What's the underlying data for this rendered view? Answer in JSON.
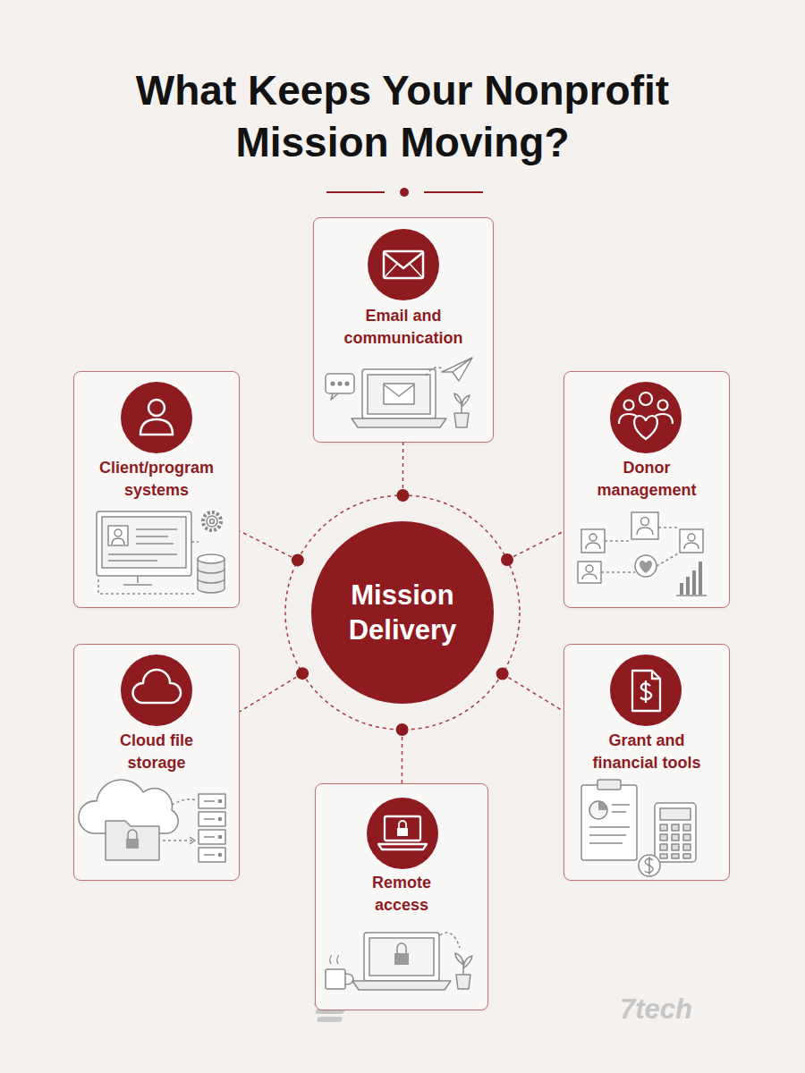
{
  "diagram": {
    "title": "What Keeps Your Nonprofit Mission Moving?",
    "nodes": [
      {
        "text": [
          "Email and communication"
        ]
      },
      {
        "text": [
          "Client/program systems"
        ]
      },
      {
        "text": [
          "Donor management"
        ]
      },
      {
        "text": [
          "Mission Delivery"
        ]
      },
      {
        "text": [
          "Cloud file storage"
        ]
      },
      {
        "text": [
          "Grant and financial tools"
        ]
      },
      {
        "text": [
          "Remote access"
        ]
      }
    ],
    "edges": [
      {
        "from": 3,
        "to": 0,
        "arrow": "none"
      },
      {
        "from": 3,
        "to": 1,
        "arrow": "none"
      },
      {
        "from": 3,
        "to": 2,
        "arrow": "none"
      },
      {
        "from": 3,
        "to": 4,
        "arrow": "none"
      },
      {
        "from": 3,
        "to": 5,
        "arrow": "none"
      },
      {
        "from": 3,
        "to": 6,
        "arrow": "none"
      }
    ],
    "labels": [
      "7tech"
    ]
  }
}
